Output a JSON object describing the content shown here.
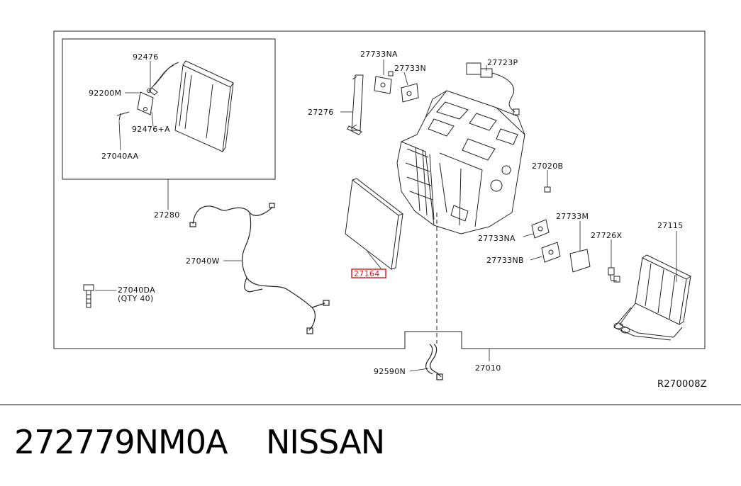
{
  "diagram": {
    "labels": {
      "l92476": "92476",
      "l92200M": "92200M",
      "l92476A": "92476+A",
      "l27040AA": "27040AA",
      "l27280": "27280",
      "l27040W": "27040W",
      "l27040DA": "27040DA",
      "lqty": "(QTY 40)",
      "l27733NA_top": "27733NA",
      "l27733N": "27733N",
      "l27723P": "27723P",
      "l27276": "27276",
      "l27164": "27164",
      "l27020B": "27020B",
      "l27733M": "27733M",
      "l27733NA_mid": "27733NA",
      "l27726X": "27726X",
      "l27115": "27115",
      "l27733NB": "27733NB",
      "l92590N": "92590N",
      "l27010": "27010",
      "ref": "R270008Z"
    },
    "highlight_color": "#e0202a"
  },
  "footer": {
    "part_number": "272779NM0A",
    "brand": "NISSAN"
  }
}
